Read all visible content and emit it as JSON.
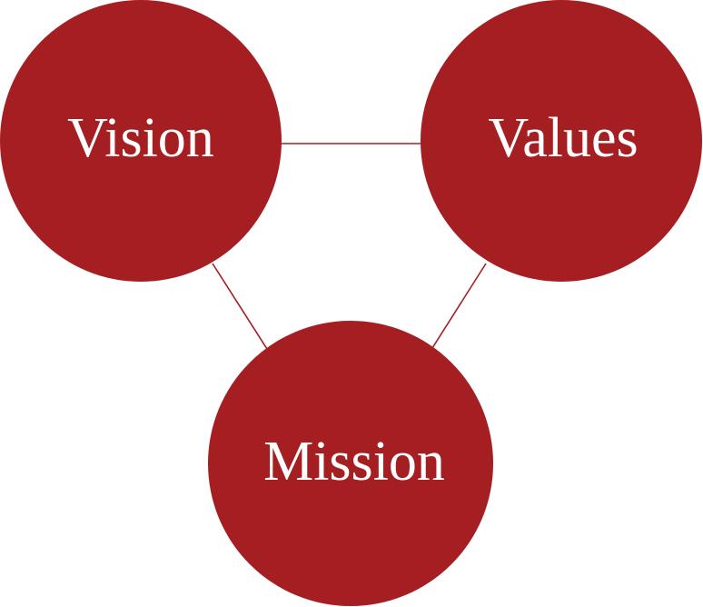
{
  "diagram": {
    "type": "three-circle-triangle",
    "colors": {
      "circle_fill": "#a51e22",
      "connector": "#a51e22",
      "label_text": "#ffffff",
      "background": "#ffffff"
    },
    "nodes": [
      {
        "id": "vision",
        "label": "Vision"
      },
      {
        "id": "values",
        "label": "Values"
      },
      {
        "id": "mission",
        "label": "Mission"
      }
    ],
    "edges": [
      {
        "from": "vision",
        "to": "values"
      },
      {
        "from": "vision",
        "to": "mission"
      },
      {
        "from": "values",
        "to": "mission"
      }
    ]
  }
}
